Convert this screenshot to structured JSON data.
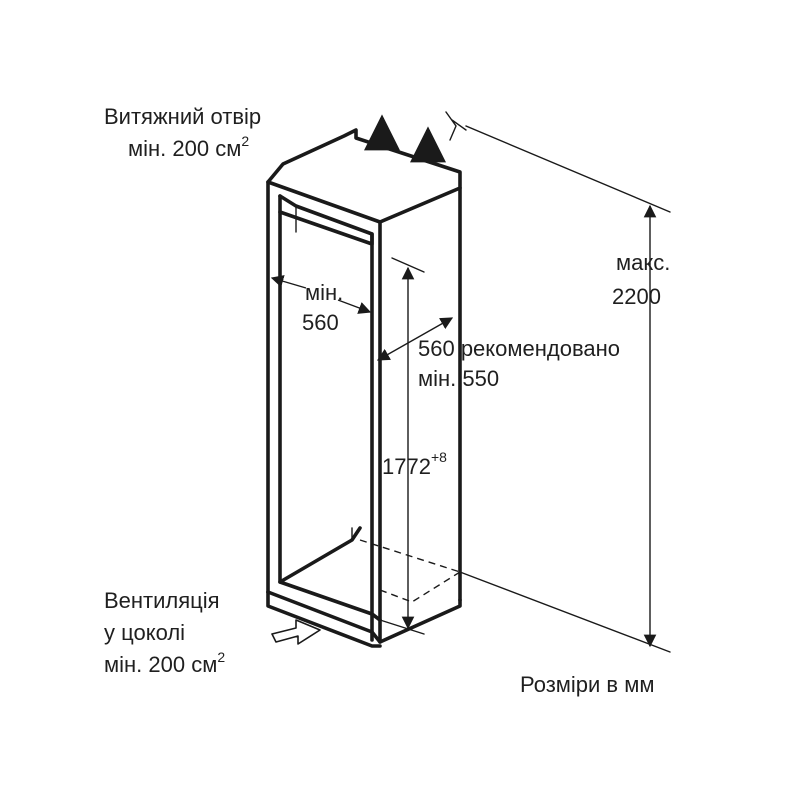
{
  "labels": {
    "exhaust_line1": "Витяжний отвір",
    "exhaust_line2": "мін. 200 см",
    "exhaust_sup": "2",
    "width_min_line1": "мін.",
    "width_min_line2": "560",
    "depth_line1": "560 рекомендовано",
    "depth_line2": "мін. 550",
    "height_value": "1772",
    "height_tolerance": "+8",
    "max_line1": "макс.",
    "max_line2": "2200",
    "vent_line1": "Вентиляція",
    "vent_line2": "у цоколі",
    "vent_line3": "мін. 200 см",
    "vent_sup": "2",
    "units_note": "Розміри в мм"
  },
  "colors": {
    "ink": "#1a1a1a",
    "text": "#1f1f1f",
    "background": "#ffffff"
  },
  "icons": {
    "air_out": "arrow-up-icon",
    "air_in": "arrow-right-icon"
  }
}
